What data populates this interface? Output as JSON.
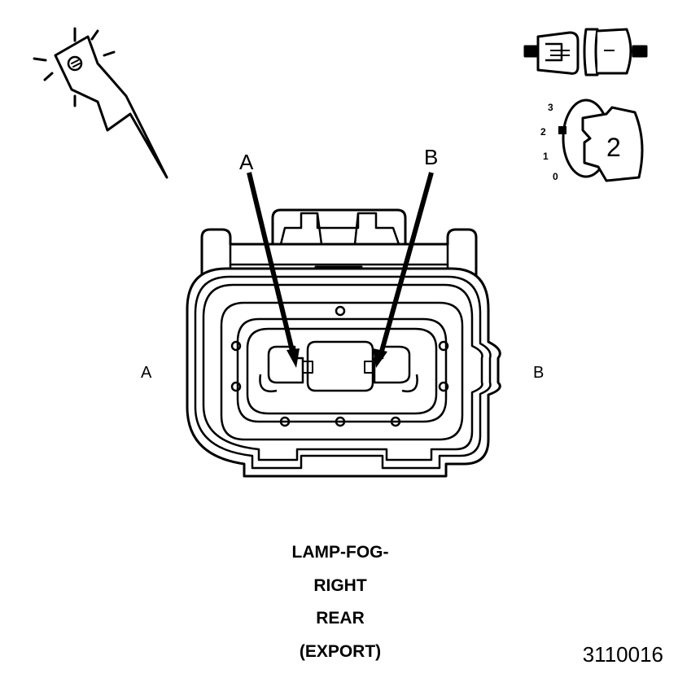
{
  "diagram": {
    "arrow_labels": [
      "A",
      "B"
    ],
    "side_labels": [
      "A",
      "B"
    ],
    "caption_lines": [
      "LAMP-FOG-",
      "RIGHT",
      "REAR",
      "(EXPORT)"
    ],
    "figure_number": "3110016",
    "position_scale": [
      "3",
      "2",
      "1",
      "0"
    ],
    "key_number": "2",
    "icons": {
      "probe": "test-probe-icon",
      "connector_mating": "connector-mating-icon",
      "key_position": "ignition-key-position-icon"
    },
    "colors": {
      "ink": "#000000",
      "paper": "#ffffff"
    }
  }
}
